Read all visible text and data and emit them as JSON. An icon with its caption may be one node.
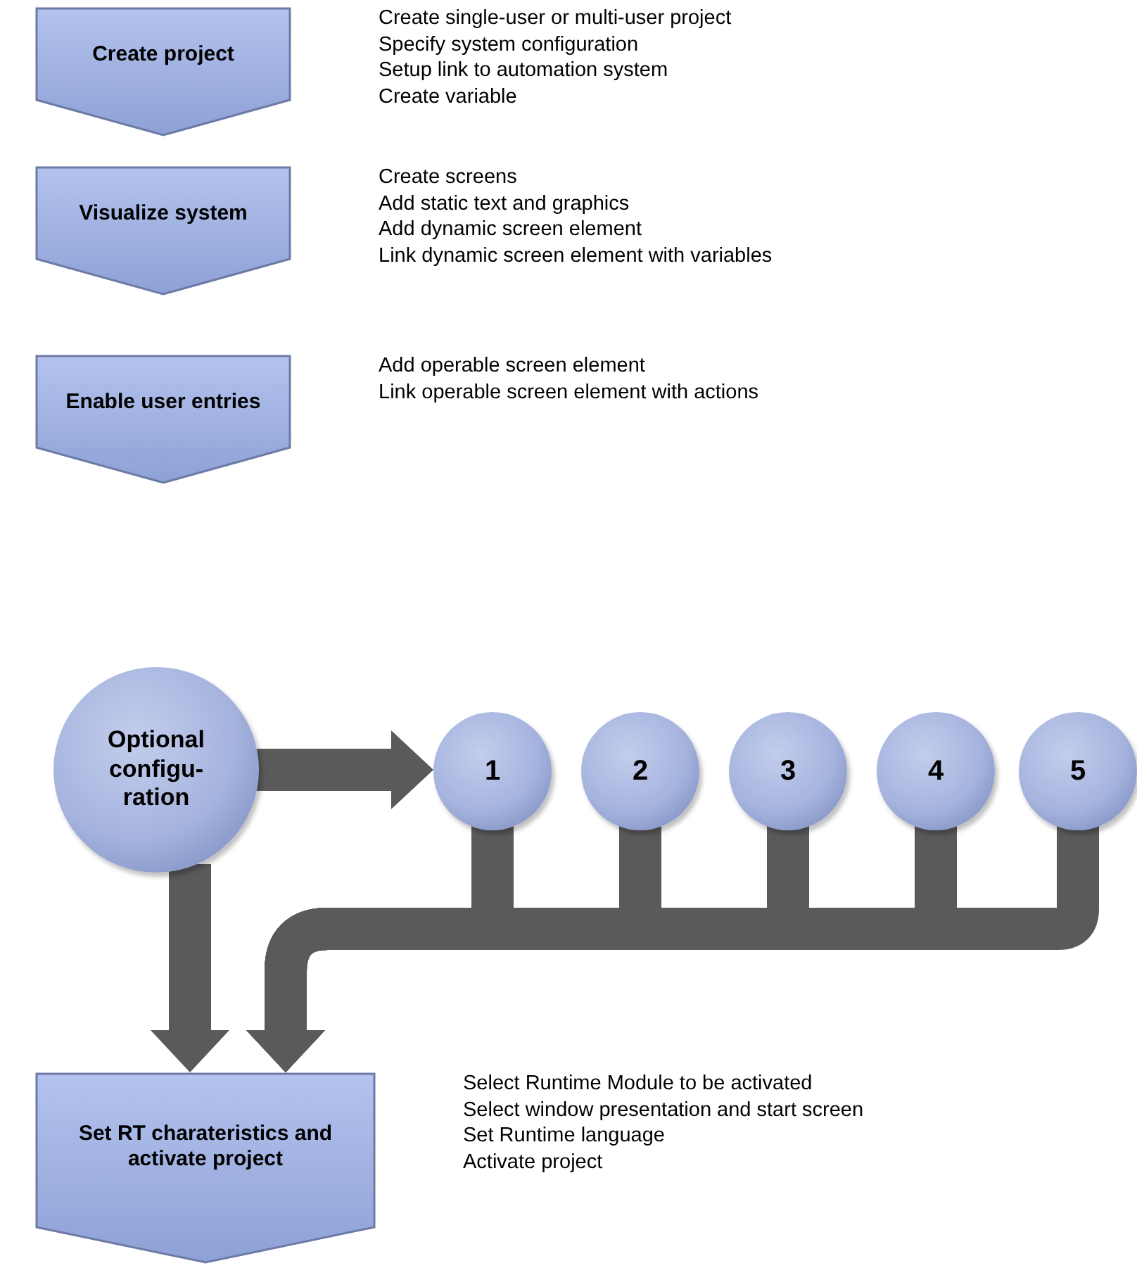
{
  "diagram": {
    "nodes": [
      {
        "text": [
          "Create project"
        ],
        "beside": [
          "Create single-user or multi-user project",
          "Specify system configuration",
          "Setup link to automation system",
          "Create variable"
        ]
      },
      {
        "text": [
          "Visualize system"
        ],
        "beside": [
          "Create screens",
          "Add static text and graphics",
          "Add dynamic screen element",
          "Link dynamic screen element with variables"
        ]
      },
      {
        "text": [
          "Enable user entries"
        ],
        "beside": [
          "Add operable screen element",
          "Link operable screen element with actions"
        ]
      },
      {
        "text": [
          "Optional configu-ration"
        ]
      },
      {
        "text": [
          "1"
        ]
      },
      {
        "text": [
          "2"
        ]
      },
      {
        "text": [
          "3"
        ]
      },
      {
        "text": [
          "4"
        ]
      },
      {
        "text": [
          "5"
        ]
      },
      {
        "text": [
          "Set RT charateristics and activate project"
        ],
        "beside": [
          "Select Runtime Module to be activated",
          "Select window presentation and start screen",
          "Set Runtime language",
          "Activate project"
        ]
      }
    ],
    "edges": [
      {
        "from": 3,
        "to": 4,
        "arrow": "to"
      },
      {
        "from": 3,
        "to": 9,
        "arrow": "to"
      },
      {
        "from": 4,
        "to": 9,
        "arrow": "to"
      },
      {
        "from": 5,
        "to": 9,
        "arrow": "to"
      },
      {
        "from": 6,
        "to": 9,
        "arrow": "to"
      },
      {
        "from": 7,
        "to": 9,
        "arrow": "to"
      },
      {
        "from": 8,
        "to": 9,
        "arrow": "to"
      }
    ]
  }
}
